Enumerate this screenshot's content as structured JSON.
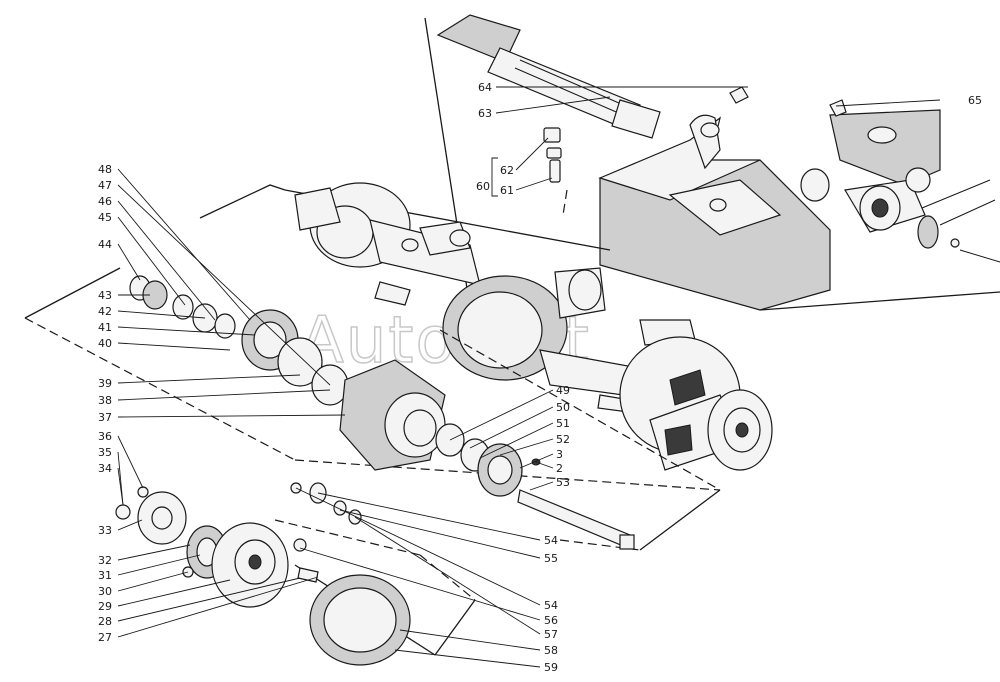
{
  "watermark": "AutoSoft",
  "labels": [
    {
      "id": "48",
      "text": "48"
    },
    {
      "id": "47",
      "text": "47"
    },
    {
      "id": "46",
      "text": "46"
    },
    {
      "id": "45",
      "text": "45"
    },
    {
      "id": "44",
      "text": "44"
    },
    {
      "id": "43",
      "text": "43"
    },
    {
      "id": "42",
      "text": "42"
    },
    {
      "id": "41",
      "text": "41"
    },
    {
      "id": "40",
      "text": "40"
    },
    {
      "id": "39",
      "text": "39"
    },
    {
      "id": "38",
      "text": "38"
    },
    {
      "id": "37",
      "text": "37"
    },
    {
      "id": "36",
      "text": "36"
    },
    {
      "id": "35",
      "text": "35"
    },
    {
      "id": "34",
      "text": "34"
    },
    {
      "id": "33",
      "text": "33"
    },
    {
      "id": "32",
      "text": "32"
    },
    {
      "id": "31",
      "text": "31"
    },
    {
      "id": "30",
      "text": "30"
    },
    {
      "id": "29",
      "text": "29"
    },
    {
      "id": "28",
      "text": "28"
    },
    {
      "id": "27",
      "text": "27"
    },
    {
      "id": "49",
      "text": "49"
    },
    {
      "id": "50",
      "text": "50"
    },
    {
      "id": "51",
      "text": "51"
    },
    {
      "id": "52",
      "text": "52"
    },
    {
      "id": "3",
      "text": "3"
    },
    {
      "id": "2",
      "text": "2"
    },
    {
      "id": "53",
      "text": "53"
    },
    {
      "id": "54a",
      "text": "54"
    },
    {
      "id": "55",
      "text": "55"
    },
    {
      "id": "54b",
      "text": "54"
    },
    {
      "id": "56",
      "text": "56"
    },
    {
      "id": "57",
      "text": "57"
    },
    {
      "id": "58",
      "text": "58"
    },
    {
      "id": "59",
      "text": "59"
    },
    {
      "id": "64",
      "text": "64"
    },
    {
      "id": "63",
      "text": "63"
    },
    {
      "id": "62",
      "text": "62"
    },
    {
      "id": "60",
      "text": "60"
    },
    {
      "id": "61",
      "text": "61"
    },
    {
      "id": "65",
      "text": "65"
    }
  ]
}
